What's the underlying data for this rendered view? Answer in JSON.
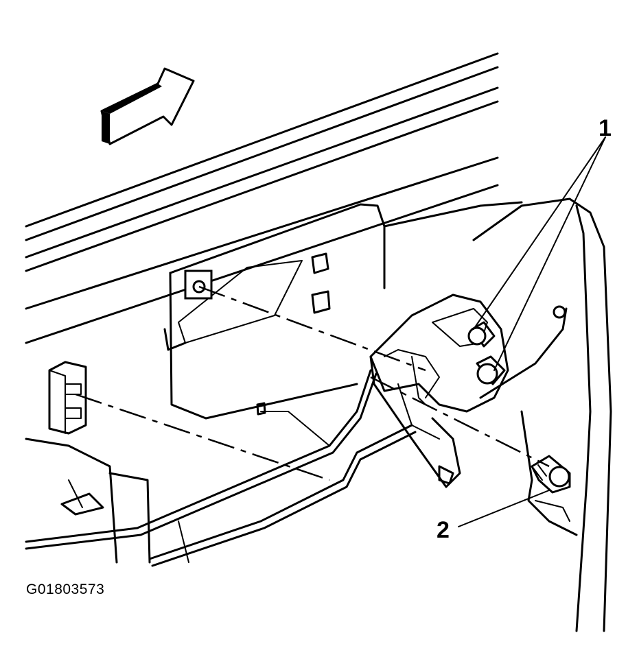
{
  "diagram": {
    "callouts": [
      {
        "id": "1",
        "label": "1"
      },
      {
        "id": "2",
        "label": "2"
      }
    ],
    "figure_id": "G01803573",
    "icons": [
      "direction-arrow-icon"
    ]
  }
}
